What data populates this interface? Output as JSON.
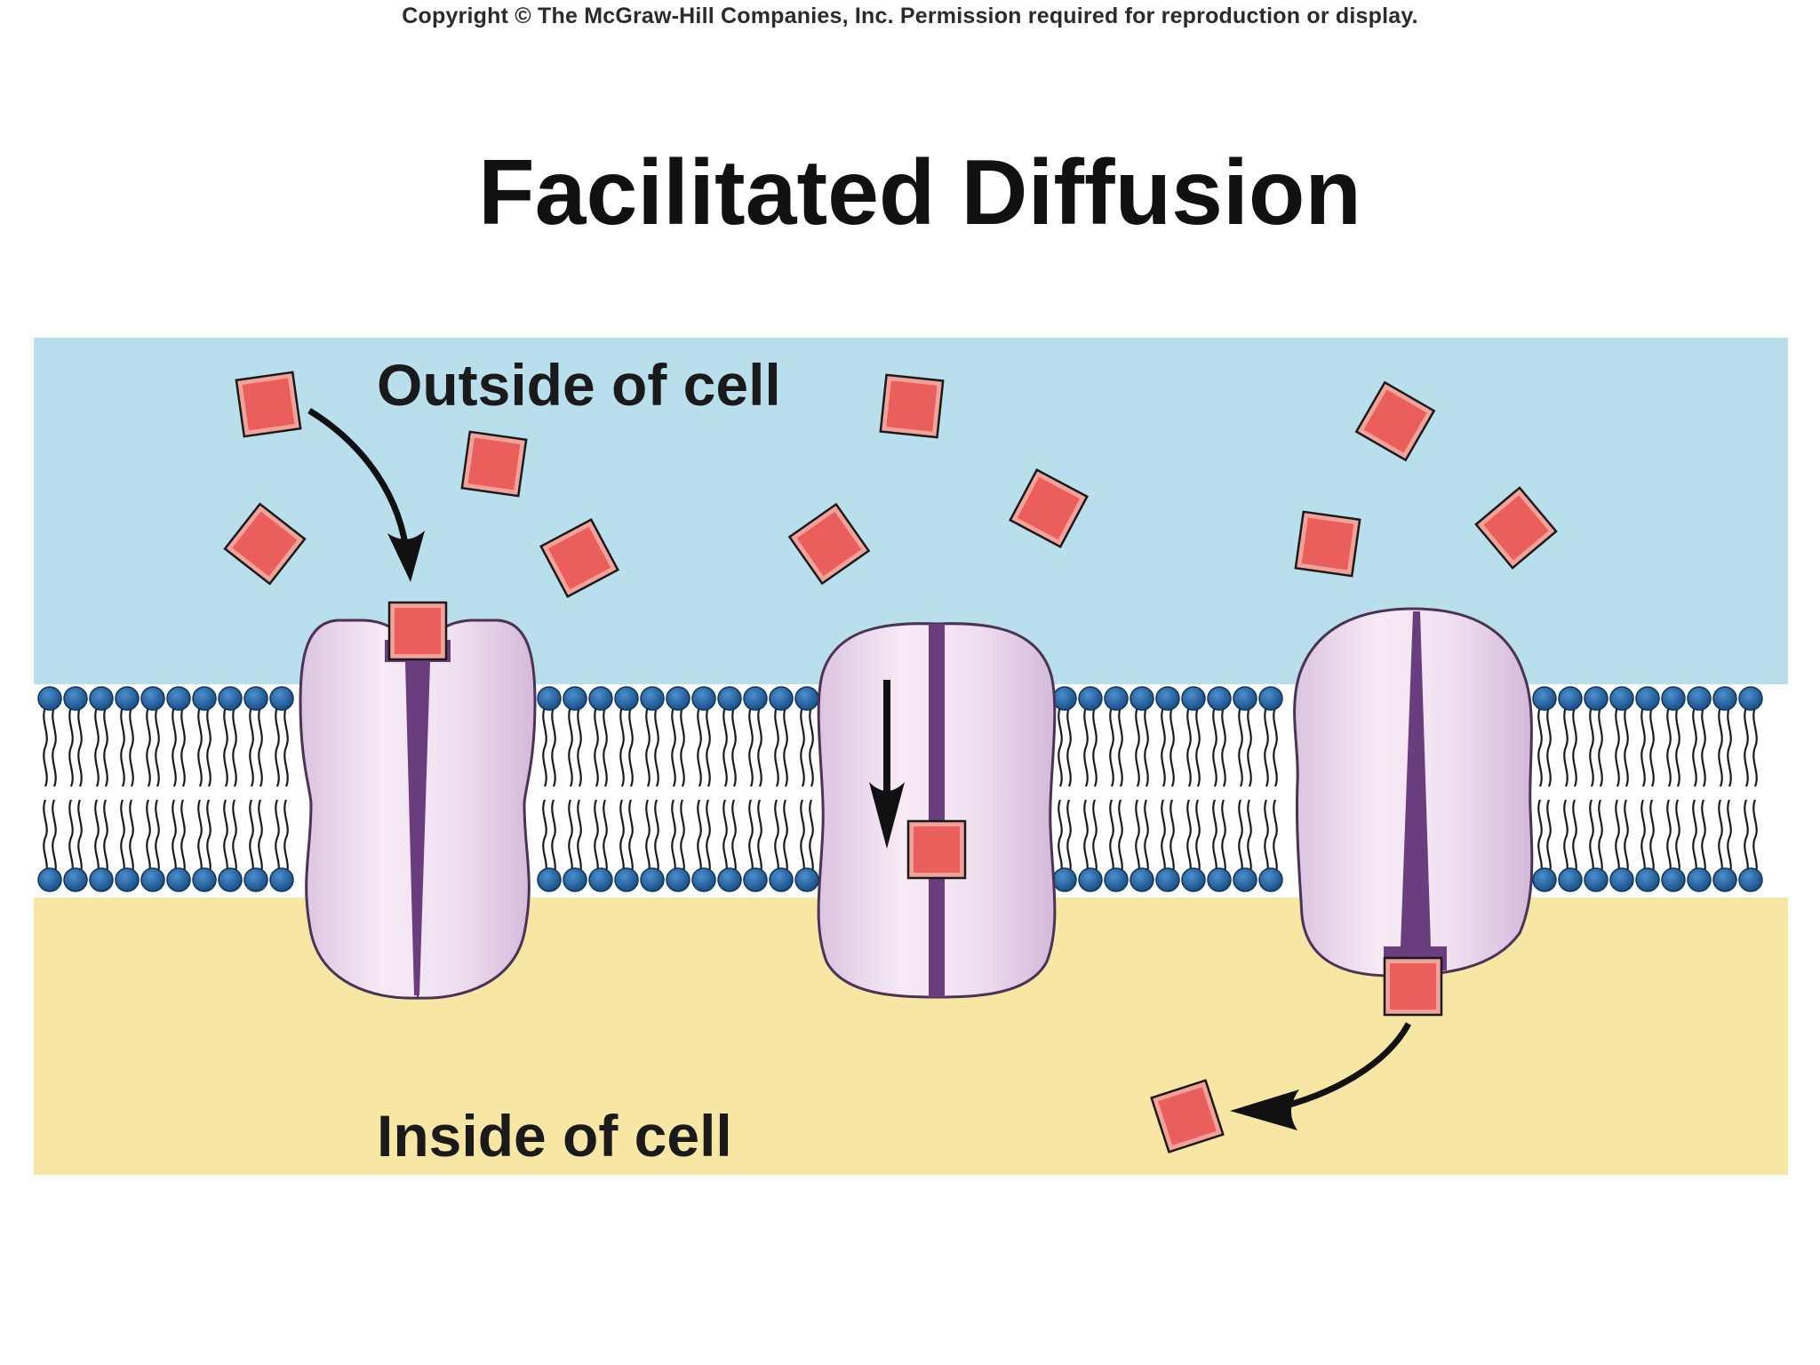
{
  "copyright": "Copyright © The McGraw-Hill Companies, Inc. Permission required for reproduction or display.",
  "title": "Facilitated Diffusion",
  "labels": {
    "outside": "Outside of cell",
    "inside": "Inside of cell"
  },
  "colors": {
    "extracellular": "#b9dfec",
    "intracellular": "#f8e6a5",
    "phospholipid_head": "#1f5f9a",
    "carrier_protein": "#eeddef",
    "protein_channel": "#6a3d7e",
    "solute": "#ea5e5c"
  }
}
